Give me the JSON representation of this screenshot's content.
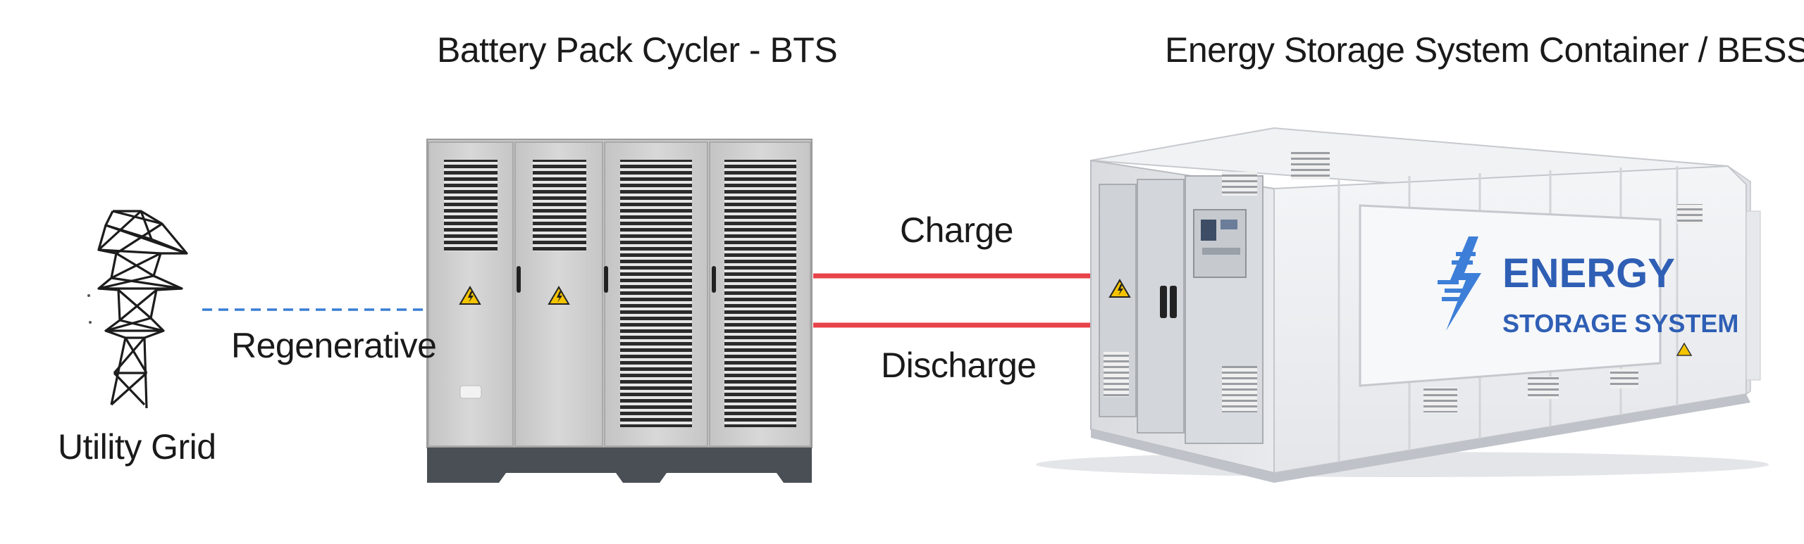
{
  "labels": {
    "bts_title": "Battery Pack Cycler - BTS",
    "bess_title": "Energy Storage System Container / BESS",
    "utility_grid": "Utility Grid",
    "regenerative": "Regenerative",
    "charge": "Charge",
    "discharge": "Discharge"
  },
  "container_sign": {
    "line1": "ENERGY",
    "line2": "STORAGE SYSTEM"
  },
  "colors": {
    "charge_line": "#e8434b",
    "regen_line": "#3b7fd4",
    "sign_text": "#2f5fb5",
    "cabinet": "#cfcfcf",
    "cabinet_base": "#4a4f55",
    "warning": "#f5c400"
  },
  "icons": [
    "power-tower-icon",
    "warning-icon",
    "lightning-bolt-icon"
  ]
}
